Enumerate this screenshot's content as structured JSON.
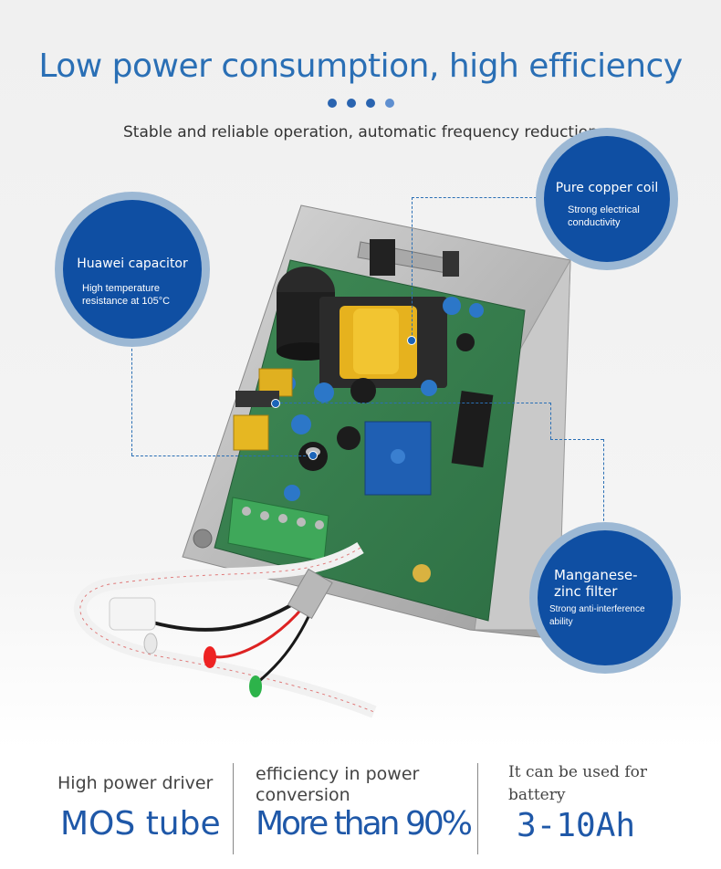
{
  "header": {
    "title": "Low power consumption, high efficiency",
    "subtitle": "Stable and reliable operation, automatic frequency reduction"
  },
  "callouts": {
    "capacitor": {
      "title": "Huawei capacitor",
      "desc_line1": "High temperature",
      "desc_line2": "resistance at 105°C"
    },
    "coil": {
      "title": "Pure copper coil",
      "desc_line1": "Strong electrical",
      "desc_line2": "conductivity"
    },
    "filter": {
      "title_line1": "Manganese-",
      "title_line2": "zinc filter",
      "desc_line1": "Strong anti-interference",
      "desc_line2": "ability"
    }
  },
  "features": {
    "driver": {
      "label": "High power driver",
      "value": "MOS tube"
    },
    "efficiency": {
      "label_line1": "efficiency in power",
      "label_line2": "conversion",
      "value": "More than 90%"
    },
    "battery": {
      "label_line1": "It can be used for",
      "label_line2": "battery",
      "value": "3-10Ah"
    }
  },
  "colors": {
    "accent": "#2a6fb5",
    "bubble": "#0f4fa3",
    "bubble_ring": "#9cb8d4"
  }
}
